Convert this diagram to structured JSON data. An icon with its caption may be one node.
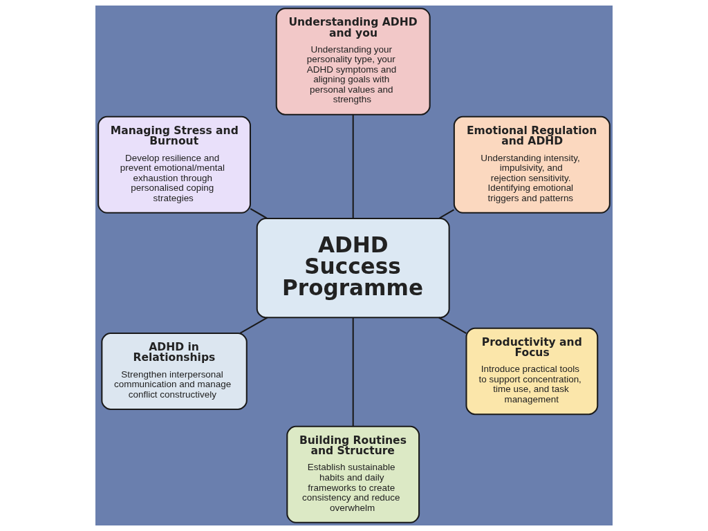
{
  "diagram": {
    "nodes": [
      {
        "text": [
          "Understanding ADHD and you",
          "Understanding your personality type, your ADHD symptoms and aligning goals with personal values and strengths"
        ]
      },
      {
        "text": [
          "Managing Stress and Burnout",
          "Develop resilience and prevent emotional/mental exhaustion through personalised coping strategies"
        ]
      },
      {
        "text": [
          "Emotional Regulation and ADHD",
          "Understanding intensity, impulsivity, and rejection sensitivity. Identifying emotional triggers and patterns"
        ]
      },
      {
        "text": [
          "ADHD Success Programme"
        ]
      },
      {
        "text": [
          "ADHD in Relationships",
          "Strengthen interpersonal communication and manage conflict constructively"
        ]
      },
      {
        "text": [
          "Productivity and Focus",
          "Introduce practical tools to support concentration, time use, and task management"
        ]
      },
      {
        "text": [
          "Building Routines and Structure",
          "Establish sustainable habits and daily frameworks to create consistency and reduce overwhelm"
        ]
      }
    ],
    "edges": [
      {
        "from": 3,
        "to": 0,
        "arrow": "none"
      },
      {
        "from": 3,
        "to": 2,
        "arrow": "none"
      },
      {
        "from": 3,
        "to": 5,
        "arrow": "none"
      },
      {
        "from": 3,
        "to": 6,
        "arrow": "none"
      },
      {
        "from": 3,
        "to": 4,
        "arrow": "none"
      },
      {
        "from": 3,
        "to": 1,
        "arrow": "none"
      }
    ]
  }
}
